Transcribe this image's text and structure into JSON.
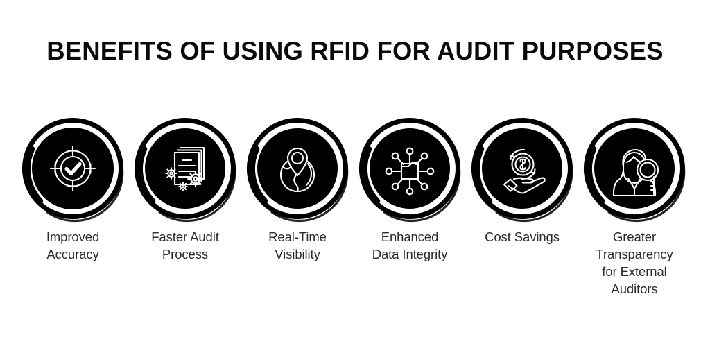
{
  "page": {
    "title": "BENEFITS OF USING RFID FOR AUDIT PURPOSES",
    "background_color": "#ffffff",
    "title_color": "#0a0a0a",
    "caption_color": "#2b2b2b",
    "badge_fill_color": "#000000",
    "badge_ring_color": "#000000",
    "icon_stroke_color": "#ffffff"
  },
  "benefits": [
    {
      "label": "Improved\nAccuracy",
      "line1": "Improved",
      "line2": "Accuracy",
      "line3": "",
      "line4": "",
      "icon": "target-check-icon"
    },
    {
      "label": "Faster Audit\nProcess",
      "line1": "Faster Audit",
      "line2": "Process",
      "line3": "",
      "line4": "",
      "icon": "documents-gears-icon"
    },
    {
      "label": "Real-Time\nVisibility",
      "line1": "Real-Time",
      "line2": "Visibility",
      "line3": "",
      "line4": "",
      "icon": "globe-location-pin-icon"
    },
    {
      "label": "Enhanced\nData Integrity",
      "line1": "Enhanced",
      "line2": "Data Integrity",
      "line3": "",
      "line4": "",
      "icon": "microchip-network-icon"
    },
    {
      "label": "Cost Savings",
      "line1": "Cost Savings",
      "line2": "",
      "line3": "",
      "line4": "",
      "icon": "hand-coin-savings-icon"
    },
    {
      "label": "Greater\nTransparency\nfor External\nAuditors",
      "line1": "Greater",
      "line2": "Transparency",
      "line3": "for External",
      "line4": "Auditors",
      "icon": "auditor-magnifier-icon"
    }
  ]
}
